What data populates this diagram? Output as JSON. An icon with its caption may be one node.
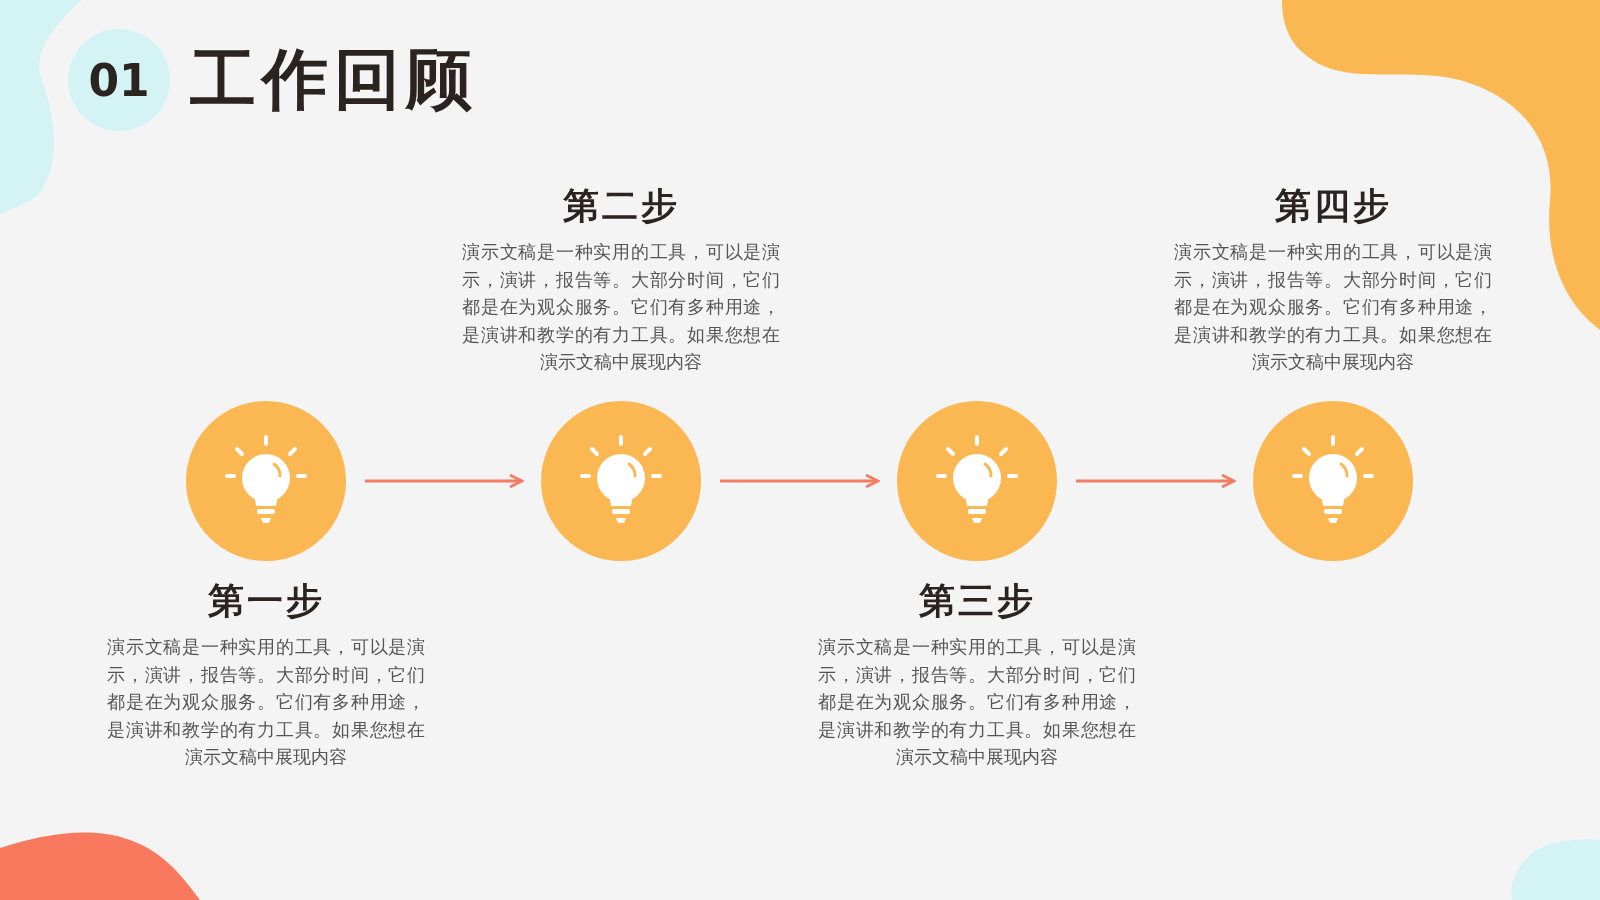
{
  "diagram": {
    "title": "工作回顾",
    "nodes": [
      {
        "text": [
          "01"
        ]
      },
      {
        "text": [],
        "shape": "circle",
        "beside": [
          "第一步",
          "演示文稿是一种实用的工具，可以是演示，演讲，报告等。大部分时间，它们都是在为观众服务。它们有多种用途，是演讲和教学的有力工具。如果您想在演示文稿中展现内容"
        ]
      },
      {
        "text": [],
        "shape": "circle",
        "beside": [
          "第二步",
          "演示文稿是一种实用的工具，可以是演示，演讲，报告等。大部分时间，它们都是在为观众服务。它们有多种用途，是演讲和教学的有力工具。如果您想在演示文稿中展现内容"
        ]
      },
      {
        "text": [],
        "shape": "circle",
        "beside": [
          "第三步",
          "演示文稿是一种实用的工具，可以是演示，演讲，报告等。大部分时间，它们都是在为观众服务。它们有多种用途，是演讲和教学的有力工具。如果您想在演示文稿中展现内容"
        ]
      },
      {
        "text": [],
        "shape": "circle",
        "beside": [
          "第四步",
          "演示文稿是一种实用的工具，可以是演示，演讲，报告等。大部分时间，它们都是在为观众服务。它们有多种用途，是演讲和教学的有力工具。如果您想在演示文稿中展现内容"
        ]
      }
    ],
    "edges": [
      {
        "from": 1,
        "to": 2,
        "arrow": "to"
      },
      {
        "from": 2,
        "to": 3,
        "arrow": "to"
      },
      {
        "from": 3,
        "to": 4,
        "arrow": "to"
      }
    ]
  }
}
